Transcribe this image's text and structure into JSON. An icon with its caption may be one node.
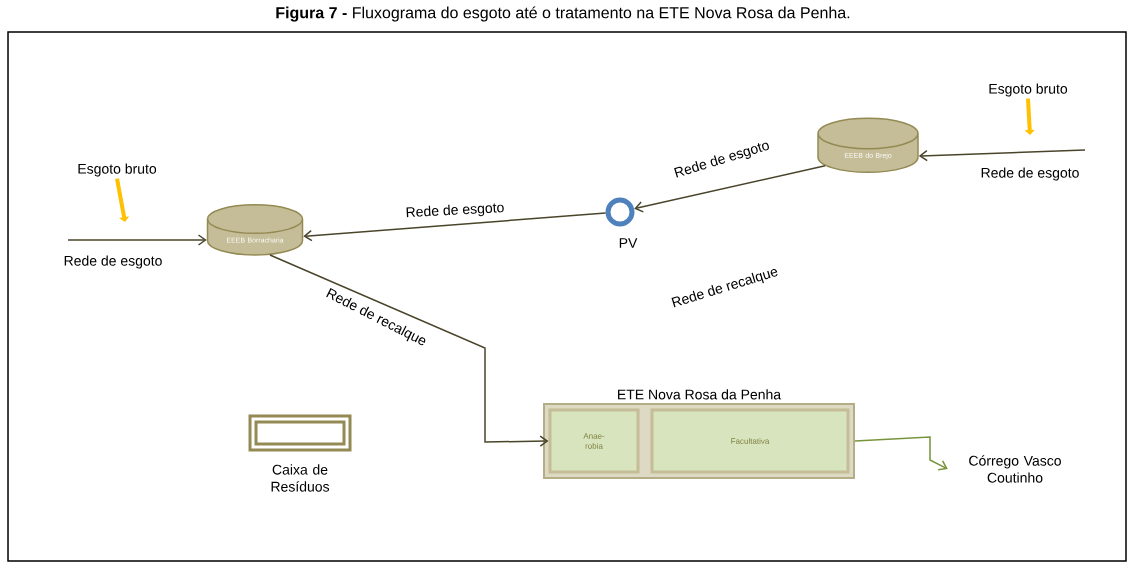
{
  "diagram": {
    "title": "**Figura 7 -** Fluxograma do esgoto até o tratamento na ETE Nova Rosa da Penha.",
    "nodes": [
      {
        "text": [
          "Esgoto bruto"
        ]
      },
      {
        "text": [
          "EEEB Borracharia"
        ]
      },
      {
        "text": [],
        "shape": "circle",
        "beside": [
          "PV"
        ]
      },
      {
        "text": [
          "EEEB do Brejo"
        ]
      },
      {
        "text": [
          "Esgoto bruto"
        ]
      },
      {
        "text": [
          "ETE Nova Rosa da Penha"
        ]
      },
      {
        "text": [
          "Anae-robia"
        ],
        "in": 5
      },
      {
        "text": [
          "Facultativa"
        ],
        "in": 5
      },
      {
        "text": [
          "Córrego Vasco Coutinho"
        ]
      },
      {
        "text": [],
        "shape": "box",
        "beside": [
          "Caixa de Resíduos"
        ]
      }
    ],
    "edges": [
      {
        "from": null,
        "to": 1,
        "arrow": "to",
        "label": "Rede de esgoto"
      },
      {
        "from": 0,
        "to": null,
        "arrow": "to",
        "style": "thick",
        "color": "#ffc000"
      },
      {
        "from": null,
        "to": 3,
        "arrow": "to",
        "label": "Rede de esgoto"
      },
      {
        "from": 4,
        "to": null,
        "arrow": "to",
        "style": "thick",
        "color": "#ffc000"
      },
      {
        "from": 3,
        "to": 2,
        "arrow": "to",
        "label": "Rede de esgoto"
      },
      {
        "from": 2,
        "to": 1,
        "arrow": "to",
        "label": "Rede de esgoto"
      },
      {
        "from": 1,
        "to": 6,
        "arrow": "to",
        "label": "Rede de recalque"
      },
      {
        "from": 5,
        "to": 8,
        "arrow": "to",
        "color": "#77933c"
      }
    ],
    "labels": [
      "Rede de recalque"
    ]
  }
}
